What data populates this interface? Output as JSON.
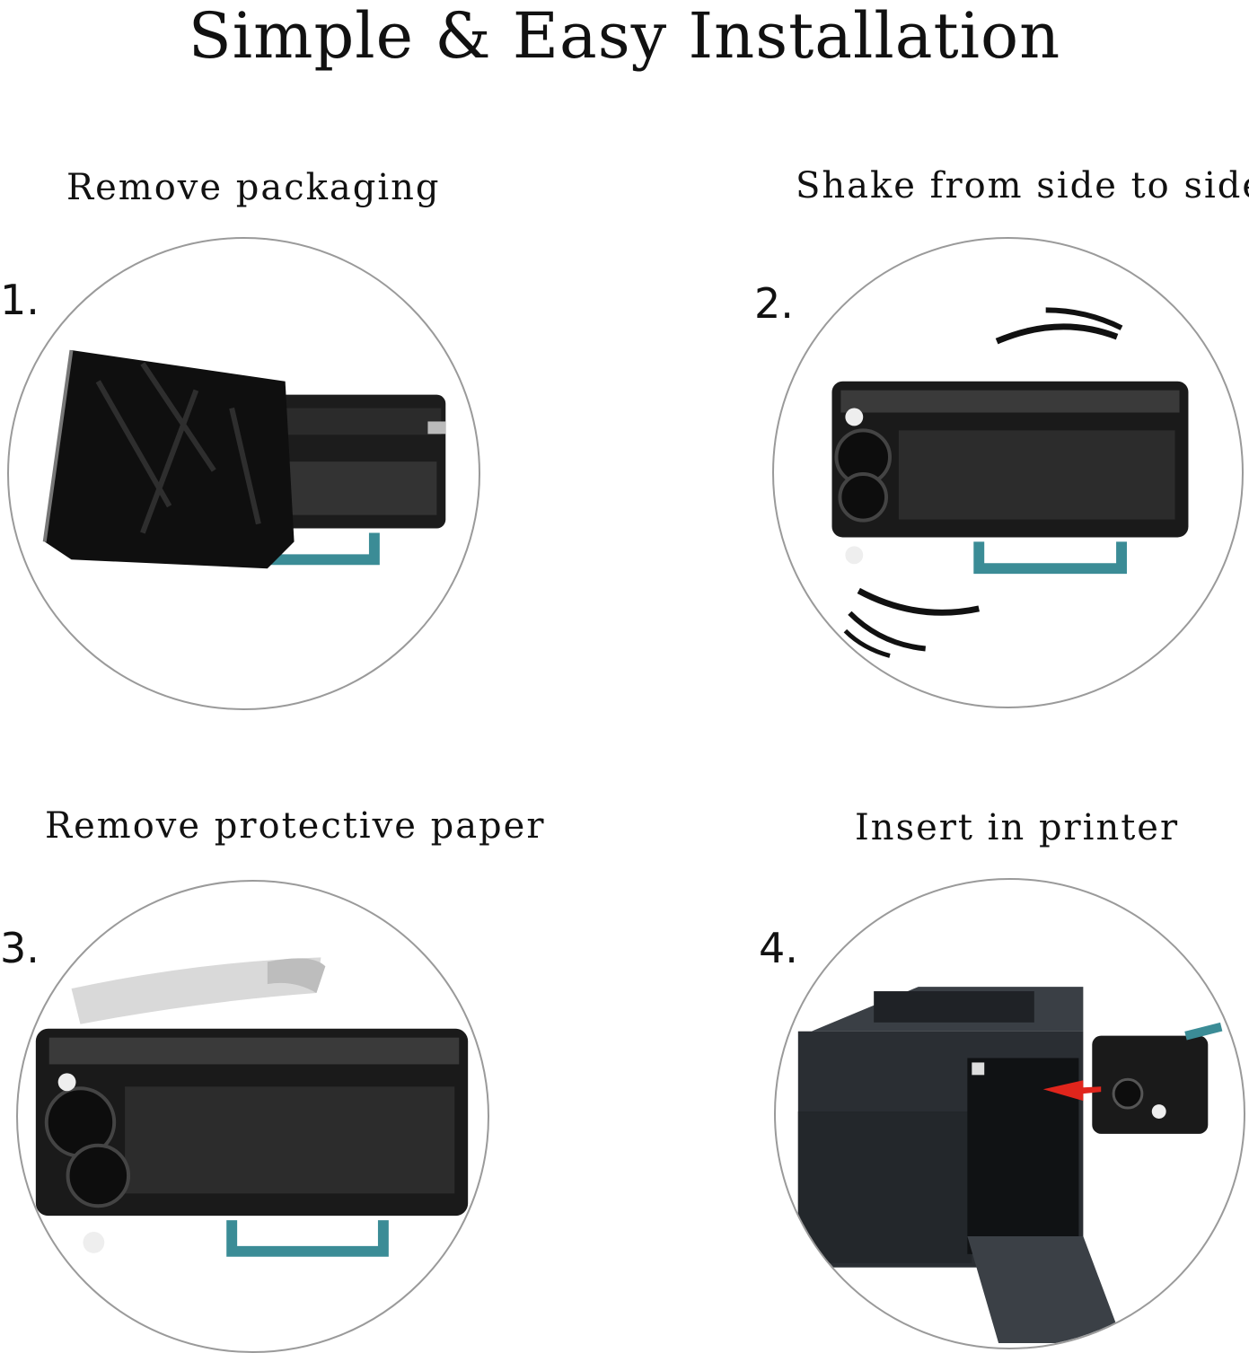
{
  "title": "Simple & Easy Installation",
  "steps": [
    {
      "number": "1.",
      "caption": "Remove packaging"
    },
    {
      "number": "2.",
      "caption": "Shake from side to side"
    },
    {
      "number": "3.",
      "caption": "Remove protective paper"
    },
    {
      "number": "4.",
      "caption": "Insert in printer"
    }
  ],
  "colors": {
    "circle_border": "#9a9a9a",
    "cartridge": "#1a1a1a",
    "handle": "#3b8c96",
    "arrow": "#e0251c",
    "printer": "#2a2e33"
  }
}
